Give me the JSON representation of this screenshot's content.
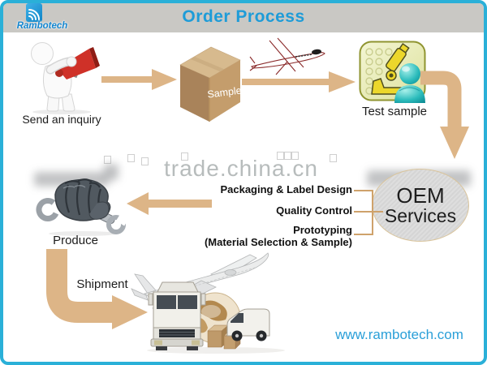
{
  "colors": {
    "frame_border": "#2ab0d8",
    "header_bg": "#c9c8c4",
    "accent_blue": "#1e9cd8",
    "arrow_tan": "#ddb587",
    "connector_tan": "#cfa26b",
    "label_black": "#1c1c1c",
    "footer_blue": "#2a9fd8"
  },
  "header": {
    "title": "Order Process",
    "logo_text": "Rambotech",
    "logo_icon": "wireless-signal-icon"
  },
  "watermark": {
    "text": "trade.china.cn"
  },
  "flow": {
    "inquiry_label": "Send an inquiry",
    "sample_label": "Sample",
    "test_label": "Test sample",
    "oem_line1": "OEM",
    "oem_line2": "Services",
    "services": [
      {
        "label": "Packaging & Label Design"
      },
      {
        "label": "Quality Control"
      },
      {
        "label": "Prototyping",
        "sub": "(Material Selection & Sample)"
      }
    ],
    "produce_label": "Produce",
    "shipment_label": "Shipment"
  },
  "footer": {
    "url": "www.rambotech.com"
  },
  "icons": {
    "logo": "wireless-signal-icon",
    "step1": "megaphone-person-icon",
    "step2": "sample-box-icon",
    "transit": "airplane-sketch-icon",
    "step3": "microscope-person-icon",
    "step5": "wrench-fist-icon",
    "step6": "truck-plane-globe-icon"
  }
}
